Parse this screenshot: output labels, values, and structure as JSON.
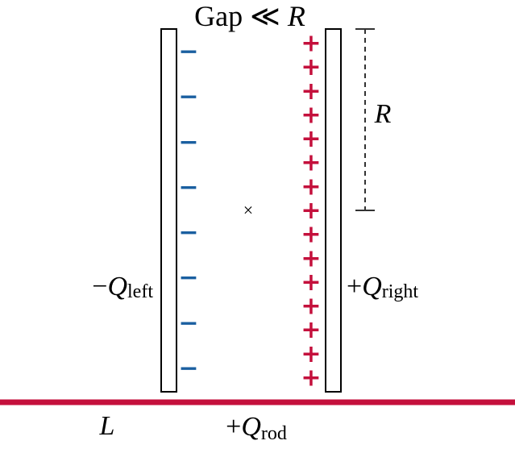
{
  "labels": {
    "top_prefix": "Gap ≪ ",
    "top_var": "R",
    "radius": "R",
    "left_sign": "−",
    "left_q": "Q",
    "left_sub": "left",
    "right_sign": "+",
    "right_q": "Q",
    "right_sub": "right",
    "rod_len": "L",
    "rod_sign": "+",
    "rod_q": "Q",
    "rod_sub": "rod",
    "center_mark": "×"
  },
  "charges": {
    "left_count": 8,
    "right_count": 15,
    "neg_symbol": "−",
    "pos_symbol": "+"
  },
  "colors": {
    "negative": "#1a5fa0",
    "positive": "#c4103c",
    "rod": "#c4103c",
    "outline": "#000000",
    "dashed": "#333333"
  }
}
